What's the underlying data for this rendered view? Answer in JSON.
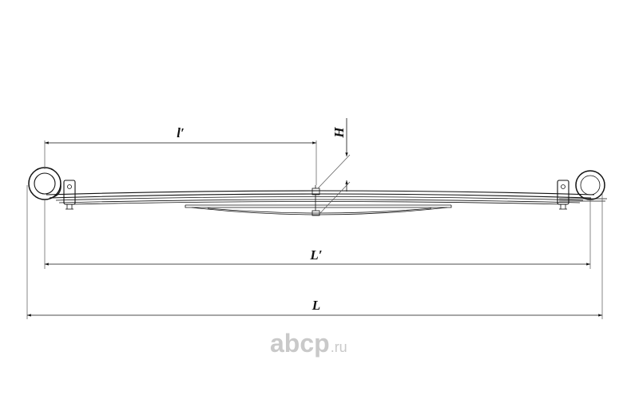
{
  "dimensions": {
    "l_prime": "l′",
    "H": "H",
    "L_prime": "L′",
    "L": "L"
  },
  "watermark": {
    "brand": "abcp",
    "suffix": ".ru"
  },
  "colors": {
    "ink": "#111111",
    "watermark": "#c9c9c9"
  }
}
